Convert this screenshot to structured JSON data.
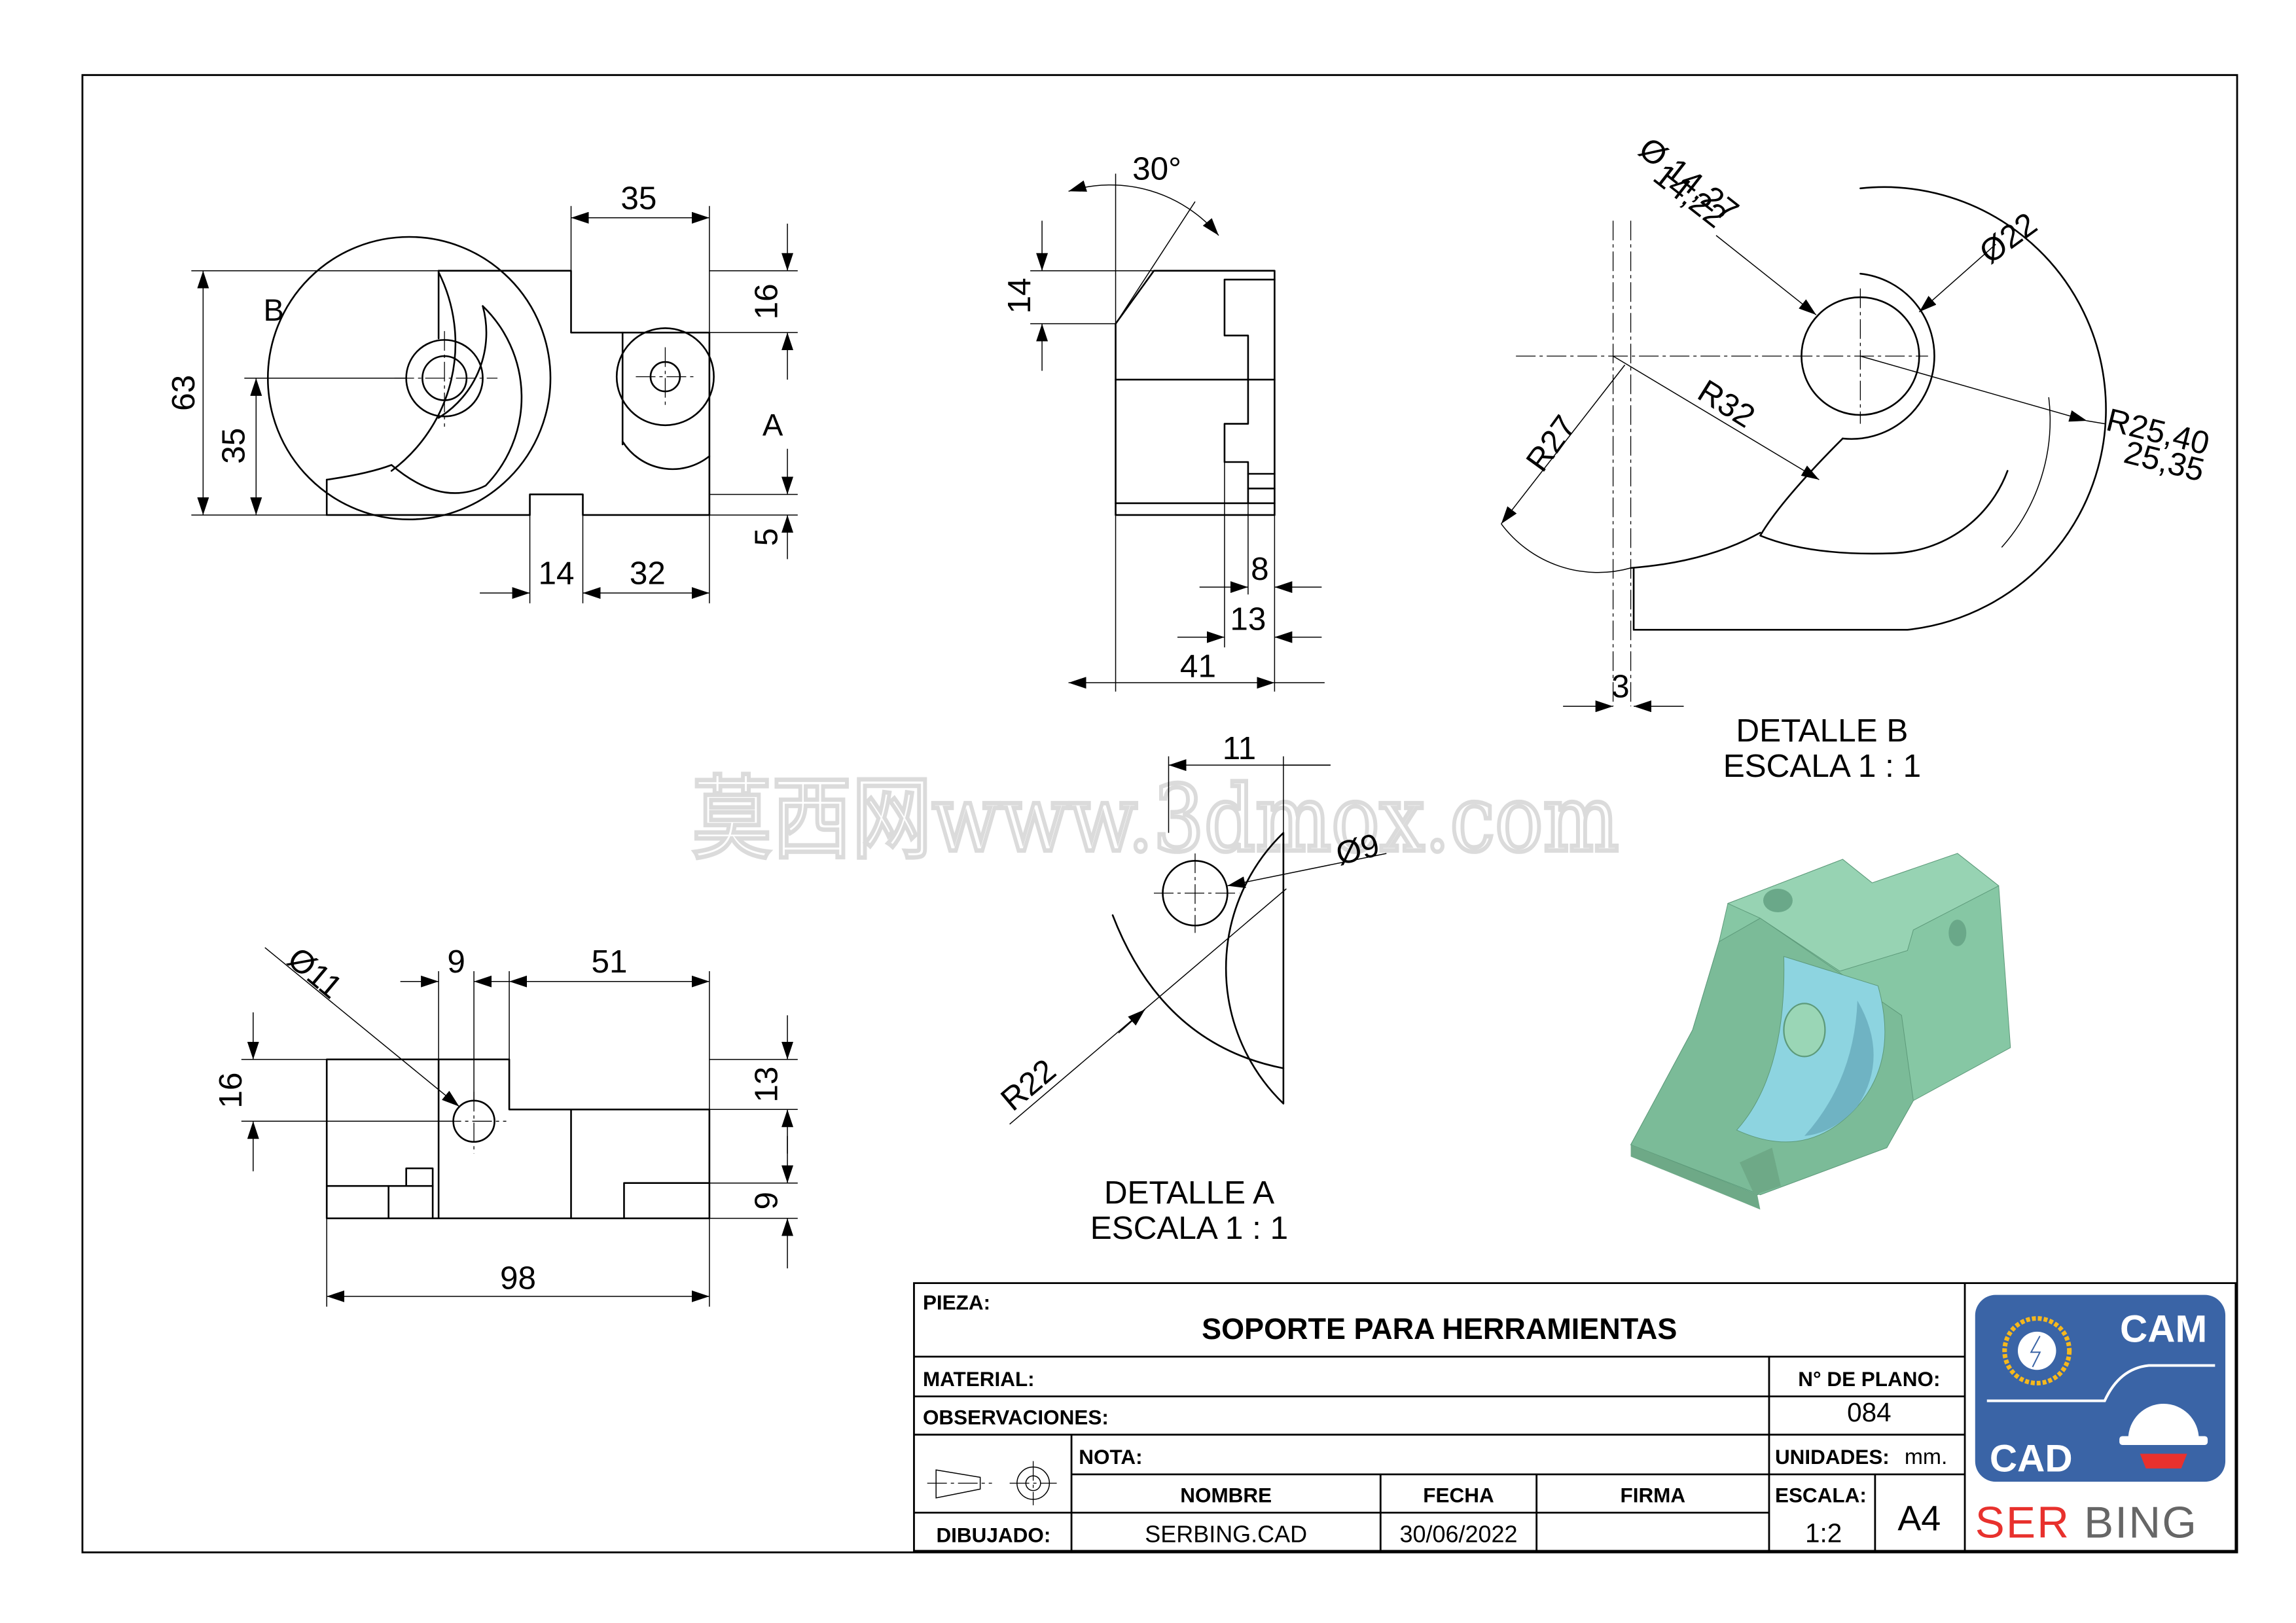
{
  "colors": {
    "line": "#000000",
    "paper": "#ffffff",
    "iso_body": "#86c7a4",
    "iso_inner": "#8dd4e0",
    "logo_blue": "#3a64a6",
    "logo_yellow": "#f6b81c",
    "logo_red": "#e8312d",
    "logo_gray": "#666666"
  },
  "dims": {
    "front": {
      "d35": "35",
      "d16": "16",
      "d63": "63",
      "d35b": "35",
      "d5": "5",
      "d14": "14",
      "d32": "32"
    },
    "side": {
      "d30": "30°",
      "d14": "14",
      "d8": "8",
      "d13": "13",
      "d41": "41"
    },
    "detB": {
      "phi1427": "Ø 14,27",
      "d1422": "14,22",
      "phi22": "Ø22",
      "r32": "R32",
      "r27": "R27",
      "r2540": "R25,40",
      "d2535": "25,35",
      "d3": "3"
    },
    "top": {
      "phi11": "Ø11",
      "d9": "9",
      "d51": "51",
      "d16": "16",
      "d13": "13",
      "d9b": "9",
      "d98": "98"
    },
    "detA": {
      "d11": "11",
      "phi9": "Ø9",
      "r22": "R22"
    }
  },
  "labels": {
    "view_b": "B",
    "view_a": "A",
    "detalle_b_title": "DETALLE B",
    "detalle_b_scale": "ESCALA 1 : 1",
    "detalle_a_title": "DETALLE A",
    "detalle_a_scale": "ESCALA 1 : 1"
  },
  "watermark": "莫西网www.3dmox.com",
  "title_block": {
    "pieza_label": "PIEZA:",
    "title": "SOPORTE PARA HERRAMIENTAS",
    "material_label": "MATERIAL:",
    "material_value": "",
    "observaciones_label": "OBSERVACIONES:",
    "nota_label": "NOTA:",
    "plano_label": "N° DE PLANO:",
    "plano_value": "084",
    "unidades_label": "UNIDADES:",
    "unidades_value": "mm.",
    "nombre_header": "NOMBRE",
    "fecha_header": "FECHA",
    "firma_header": "FIRMA",
    "dibujado_label": "DIBUJADO:",
    "dibujado_nombre": "SERBING.CAD",
    "dibujado_fecha": "30/06/2022",
    "dibujado_firma": "",
    "escala_label": "ESCALA:",
    "escala_value": "1:2",
    "format": "A4"
  },
  "logo": {
    "cam": "CAM",
    "cad": "CAD",
    "brand_part1": "SER",
    "brand_part2": "BING"
  }
}
